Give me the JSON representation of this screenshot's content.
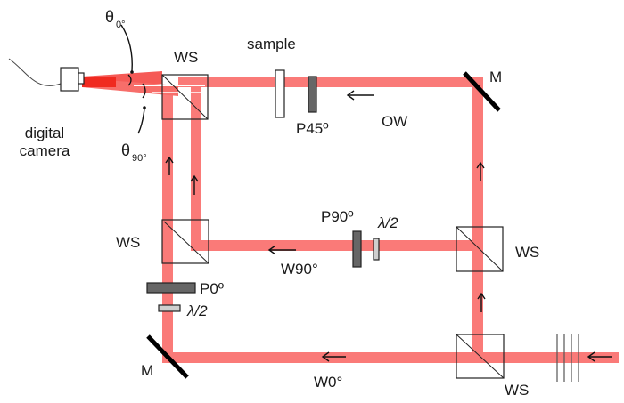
{
  "diagram": {
    "title": "Optical setup with wave splitters, polarizers and digital camera",
    "colors": {
      "beam": "#fa7a78",
      "beam_focus": "#f02a20",
      "polarizer": "#666666",
      "waveplate": "#cfcfcf",
      "line": "#222222"
    },
    "labels": {
      "theta0_symbol": "θ",
      "theta0_sub": "0°",
      "theta90_symbol": "θ",
      "theta90_sub": "90°",
      "camera_line1": "digital",
      "camera_line2": "camera",
      "ws_top": "WS",
      "ws_mid_left": "WS",
      "ws_mid_right": "WS",
      "ws_bottom_right": "WS",
      "sample": "sample",
      "p45": "P45º",
      "ow": "OW",
      "mirror_top": "M",
      "mirror_bottom": "M",
      "p90": "P90º",
      "halfwave_mid": "λ/2",
      "w90": "W90°",
      "p0": "P0º",
      "halfwave_left": "λ/2",
      "w0": "W0°"
    },
    "components": [
      {
        "type": "camera",
        "name": "digital camera"
      },
      {
        "type": "wave-splitter",
        "name": "WS",
        "position": "top-left"
      },
      {
        "type": "wave-splitter",
        "name": "WS",
        "position": "middle-left"
      },
      {
        "type": "wave-splitter",
        "name": "WS",
        "position": "middle-right"
      },
      {
        "type": "wave-splitter",
        "name": "WS",
        "position": "bottom-right"
      },
      {
        "type": "mirror",
        "name": "M",
        "position": "top-right"
      },
      {
        "type": "mirror",
        "name": "M",
        "position": "bottom-left"
      },
      {
        "type": "sample",
        "name": "sample"
      },
      {
        "type": "polarizer",
        "name": "P45º"
      },
      {
        "type": "polarizer",
        "name": "P90º"
      },
      {
        "type": "polarizer",
        "name": "P0º"
      },
      {
        "type": "half-wave-plate",
        "name": "λ/2",
        "path": "W90°"
      },
      {
        "type": "half-wave-plate",
        "name": "λ/2",
        "path": "W0°"
      },
      {
        "type": "wavefront-source",
        "name": "incoming plane wave"
      }
    ]
  }
}
